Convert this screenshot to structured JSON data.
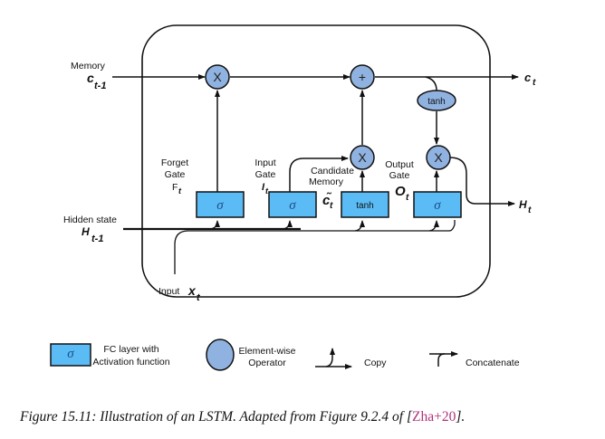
{
  "diagram": {
    "title": "LSTM cell",
    "inputs": {
      "memory": {
        "label": "Memory",
        "symbol": "c",
        "subscript": "t-1"
      },
      "hidden": {
        "label": "Hidden state",
        "symbol": "H",
        "subscript": "t-1"
      },
      "input": {
        "label": "Input",
        "symbol": "x",
        "subscript": "t"
      }
    },
    "outputs": {
      "memory": {
        "symbol": "c",
        "subscript": "t"
      },
      "hidden": {
        "symbol": "H",
        "subscript": "t"
      }
    },
    "gates": [
      {
        "id": "forget",
        "line1": "Forget",
        "line2": "Gate",
        "symbol": "F",
        "subscript": "t",
        "activation": "σ"
      },
      {
        "id": "input",
        "line1": "Input",
        "line2": "Gate",
        "symbol": "I",
        "subscript": "t",
        "activation": "σ"
      },
      {
        "id": "candidate",
        "line1": "Candidate",
        "line2": "Memory",
        "symbol": "c̃",
        "subscript": "t",
        "activation": "tanh"
      },
      {
        "id": "output",
        "line1": "Output",
        "line2": "Gate",
        "symbol": "O",
        "subscript": "t",
        "activation": "σ"
      }
    ],
    "operators": {
      "forget_mul": "X",
      "add": "+",
      "input_mul": "X",
      "output_mul": "X",
      "output_tanh": "tanh"
    },
    "colors": {
      "fc_box": "#5bbcf5",
      "operator": "#8fb2e0",
      "stroke": "#111111",
      "reference": "#b0307a"
    }
  },
  "legend": {
    "fc_symbol": "σ",
    "fc_line1": "FC layer with",
    "fc_line2": "Activation function",
    "op_line1": "Element-wise",
    "op_line2": "Operator",
    "copy": "Copy",
    "concat": "Concatenate"
  },
  "caption": {
    "text": "Figure 15.11: Illustration of an LSTM. Adapted from Figure 9.2.4 of [",
    "ref": "Zha+20",
    "end": "]."
  }
}
